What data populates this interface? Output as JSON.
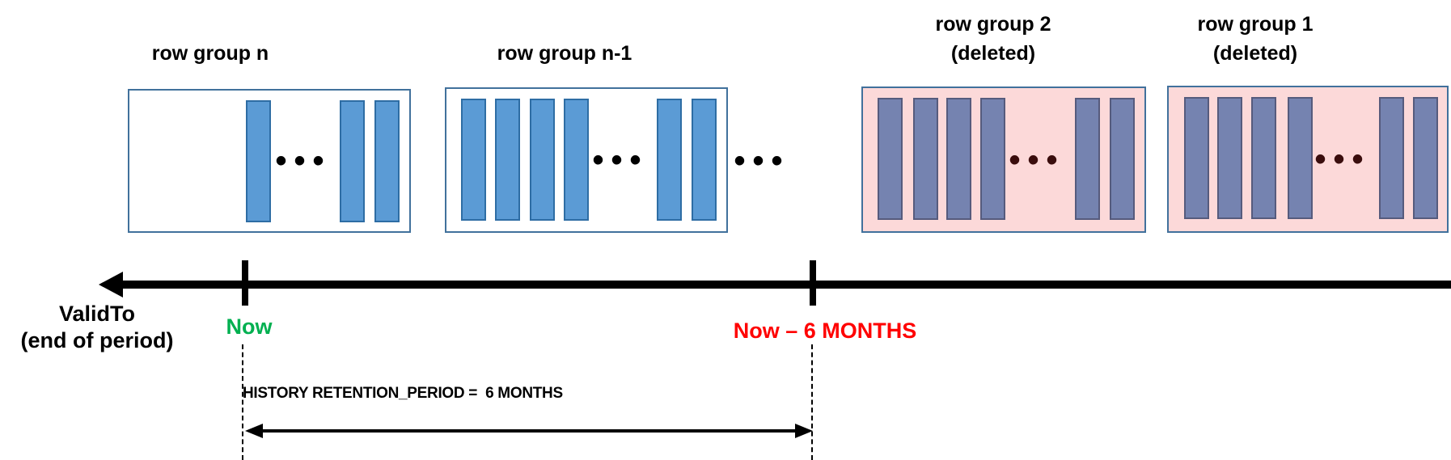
{
  "colors": {
    "ink": "#000000",
    "box_border": "#41719C",
    "bar_blue_fill": "#5B9BD5",
    "bar_blue_border": "#2E6DA4",
    "deleted_box_fill": "#FCD9D9",
    "deleted_bar_fill": "#7583B0",
    "deleted_bar_border": "#565B7D",
    "deleted_ellipsis": "#3A0D0D",
    "now_green": "#00B050",
    "warn_red": "#FF0000"
  },
  "icons": {
    "ellipsis": "•••"
  },
  "row_groups": [
    {
      "label": "row group n",
      "deleted": false
    },
    {
      "label": "row group n-1",
      "deleted": false
    },
    {
      "label": "row group 2",
      "sublabel": "(deleted)",
      "deleted": true
    },
    {
      "label": "row group 1",
      "sublabel": "(deleted)",
      "deleted": true
    }
  ],
  "timeline": {
    "axis_label": "ValidTo",
    "axis_sublabel": "(end of period)",
    "now_label": "Now",
    "cutoff_label": "Now – 6 MONTHS",
    "retention_label": "HISTORY RETENTION_PERIOD =  6 MONTHS"
  }
}
